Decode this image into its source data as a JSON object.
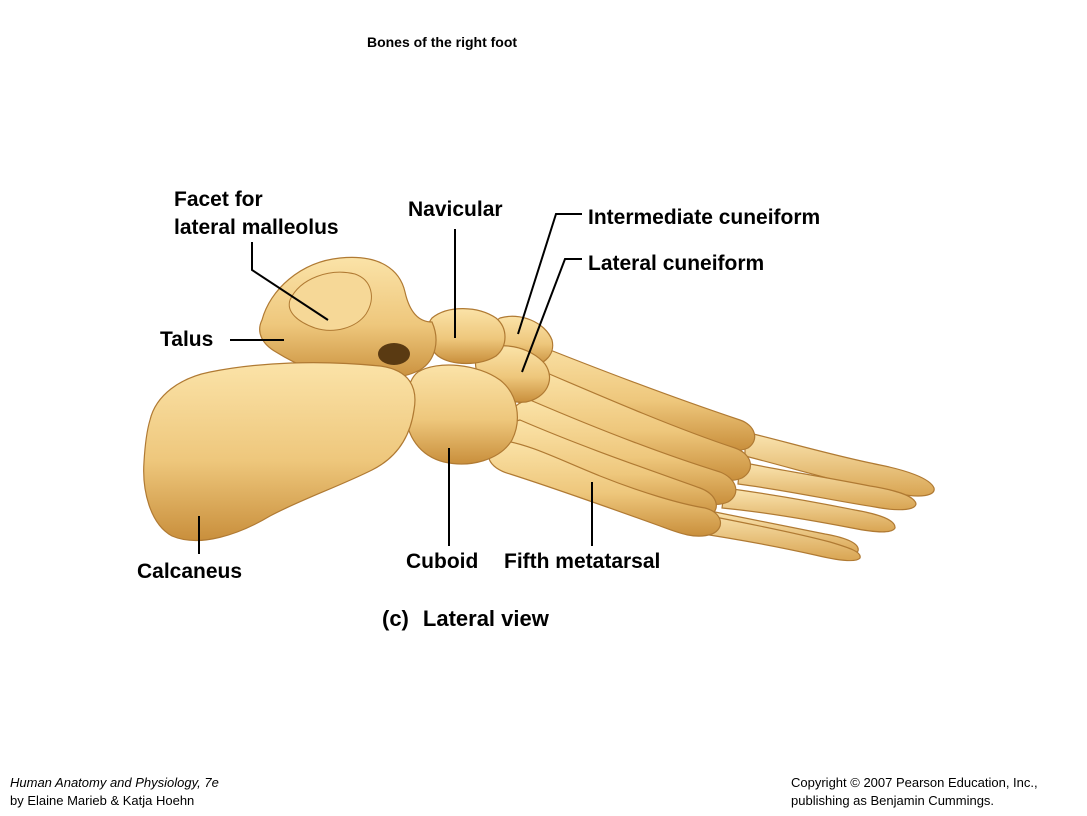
{
  "title": "Bones of the right foot",
  "labels": {
    "facet_line1": "Facet for",
    "facet_line2": "lateral malleolus",
    "navicular": "Navicular",
    "intermediate_cuneiform": "Intermediate cuneiform",
    "lateral_cuneiform": "Lateral cuneiform",
    "talus": "Talus",
    "calcaneus": "Calcaneus",
    "cuboid": "Cuboid",
    "fifth_metatarsal": "Fifth metatarsal"
  },
  "caption": {
    "letter": "(c)",
    "text": "Lateral view"
  },
  "footer": {
    "book_title": "Human Anatomy and Physiology, 7e",
    "authors": "by Elaine Marieb & Katja Hoehn",
    "copyright": "Copyright © 2007 Pearson Education, Inc.,",
    "publisher": "publishing as Benjamin Cummings."
  },
  "colors": {
    "bone_fill": "#eec77c",
    "bone_shadow": "#c98f3c",
    "bone_highlight": "#fbe6b2",
    "leader_line": "#000000"
  }
}
